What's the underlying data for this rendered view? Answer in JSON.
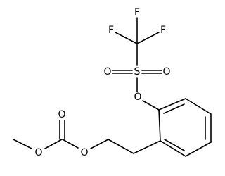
{
  "molecule": {
    "atoms": [
      {
        "id": "f_top",
        "label": "F"
      },
      {
        "id": "f_left",
        "label": "F"
      },
      {
        "id": "f_right",
        "label": "F"
      },
      {
        "id": "o_sulfonyl_left",
        "label": "O"
      },
      {
        "id": "s",
        "label": "S"
      },
      {
        "id": "o_sulfonyl_right",
        "label": "O"
      },
      {
        "id": "o_triflate_ester",
        "label": "O"
      },
      {
        "id": "o_carbonyl",
        "label": "O"
      },
      {
        "id": "o_methoxy",
        "label": "O"
      },
      {
        "id": "o_carbonate_ester",
        "label": "O"
      }
    ]
  }
}
